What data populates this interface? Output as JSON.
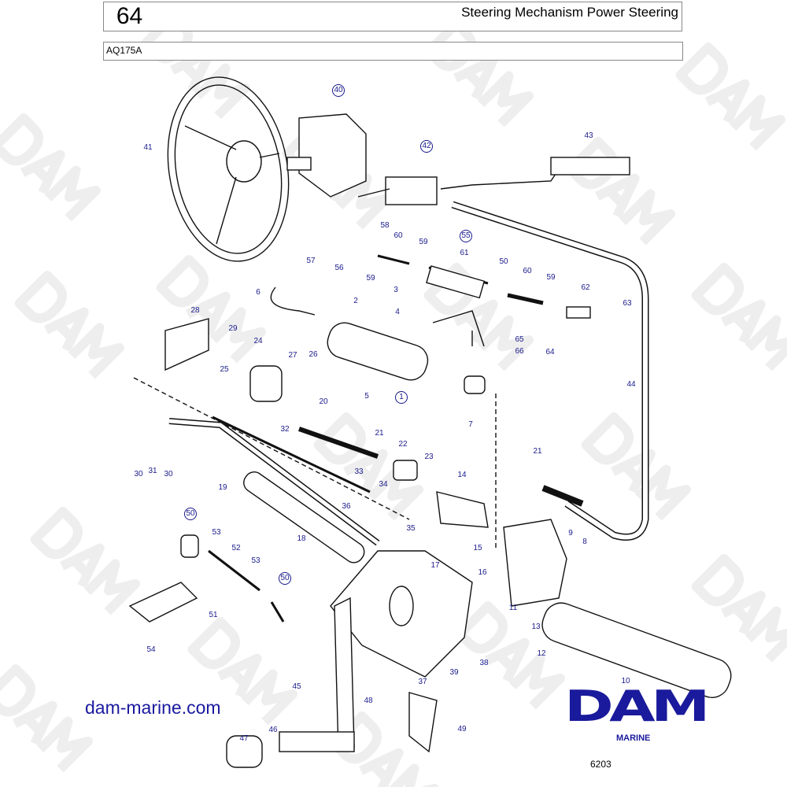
{
  "header": {
    "page_number": "64",
    "title": "Steering Mechanism Power Steering",
    "model": "AQ175A"
  },
  "watermark": "DAM",
  "callouts": [
    "40",
    "41",
    "42",
    "43",
    "58",
    "60",
    "59",
    "55",
    "61",
    "57",
    "56",
    "59",
    "50",
    "60",
    "59",
    "62",
    "63",
    "6",
    "3",
    "2",
    "4",
    "28",
    "29",
    "24",
    "27",
    "26",
    "25",
    "65",
    "66",
    "64",
    "44",
    "5",
    "1",
    "7",
    "20",
    "32",
    "21",
    "22",
    "23",
    "21",
    "30",
    "31",
    "30",
    "19",
    "33",
    "14",
    "34",
    "36",
    "35",
    "15",
    "18",
    "50",
    "53",
    "52",
    "53",
    "50",
    "9",
    "8",
    "17",
    "16",
    "51",
    "54",
    "11",
    "13",
    "12",
    "38",
    "39",
    "37",
    "10",
    "45",
    "48",
    "49",
    "47",
    "46"
  ],
  "footer": {
    "website": "dam-marine.com",
    "logo": "DAM",
    "logo_sub": "MARINE",
    "figure_number": "6203"
  },
  "colors": {
    "brand": "#1a1a9c",
    "callout": "#1a1a8c"
  }
}
